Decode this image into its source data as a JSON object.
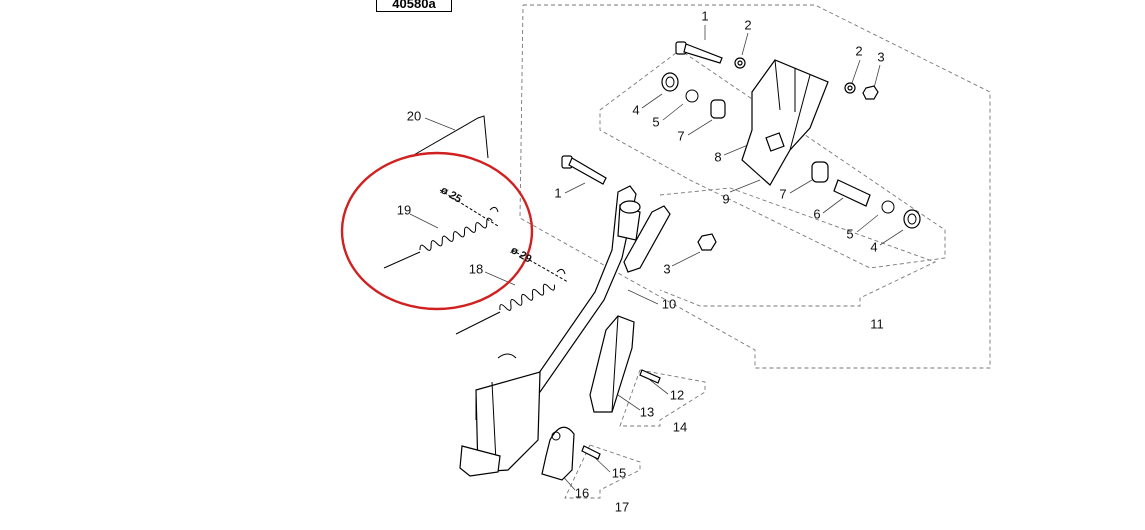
{
  "figure_id": "40580a",
  "dimensions": {
    "d25": "ø 25",
    "d29": "ø 29"
  },
  "callouts": {
    "c1a": "1",
    "c2a": "2",
    "c2b": "2",
    "c3a": "3",
    "c4a": "4",
    "c5a": "5",
    "c7a": "7",
    "c8": "8",
    "c9": "9",
    "c7b": "7",
    "c6": "6",
    "c5b": "5",
    "c4b": "4",
    "c1b": "1",
    "c3b": "3",
    "c10": "10",
    "c11": "11",
    "c12": "12",
    "c13": "13",
    "c14": "14",
    "c15": "15",
    "c16": "16",
    "c17": "17",
    "c18": "18",
    "c19": "19",
    "c20": "20"
  },
  "colors": {
    "highlight": "#d02020",
    "line": "#000000",
    "group_outline": "#777777"
  }
}
